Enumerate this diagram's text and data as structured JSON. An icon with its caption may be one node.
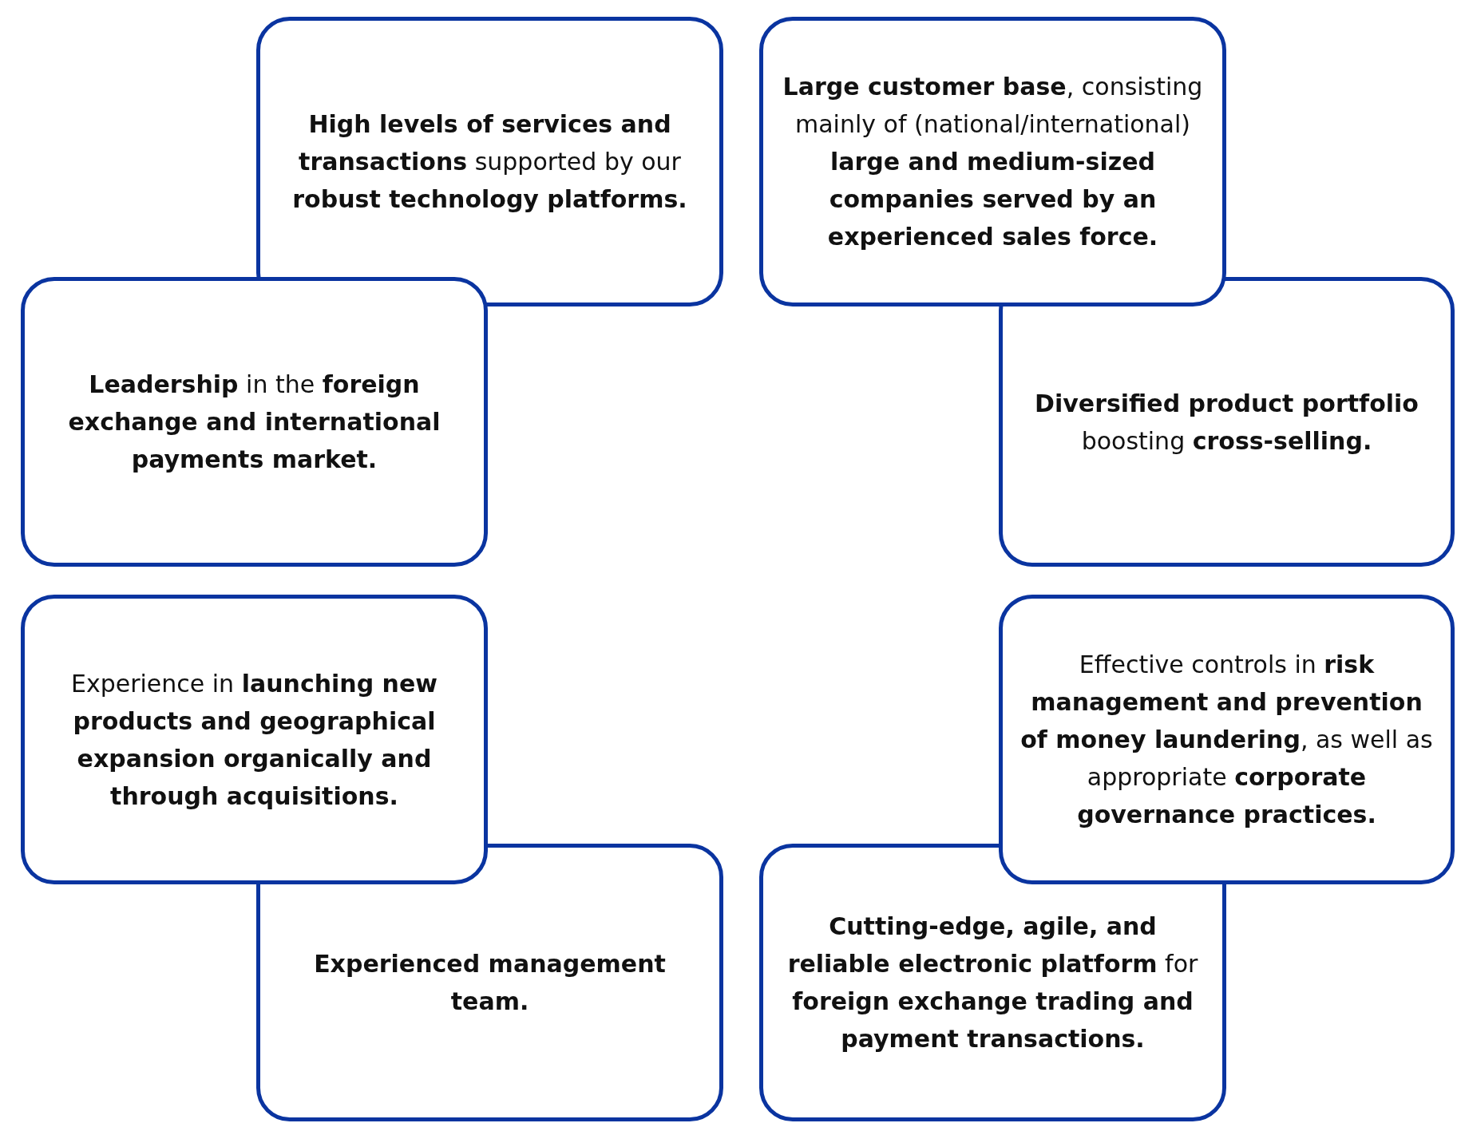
{
  "diagram": {
    "nodes": [
      {
        "text": [
          "**High levels of services and transactions** supported by our **robust technology platforms.**"
        ]
      },
      {
        "text": [
          "**Large customer base**, consisting mainly of (national/international) **large and medium-sized companies served by an experienced sales force.**"
        ]
      },
      {
        "text": [
          "**Leadership** in the **foreign exchange and international payments market.**"
        ]
      },
      {
        "text": [
          "**Diversified product portfolio** boosting **cross-selling.**"
        ]
      },
      {
        "text": [
          "Experience in **launching new products and geographical expansion organically and through acquisitions.**"
        ]
      },
      {
        "text": [
          "Effective controls in **risk management and prevention of money laundering**, as well as appropriate **corporate governance practices.**"
        ]
      },
      {
        "text": [
          "**Experienced management team.**"
        ]
      },
      {
        "text": [
          "**Cutting-edge, agile, and reliable electronic platform** for **foreign exchange trading and payment transactions.**"
        ]
      }
    ]
  }
}
